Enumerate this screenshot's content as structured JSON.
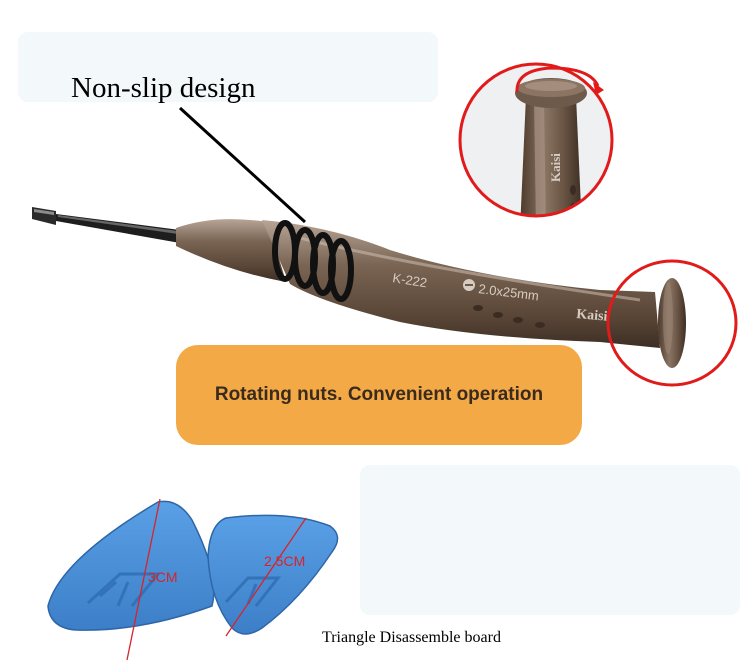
{
  "labels": {
    "feature": "Non-slip design",
    "banner": "Rotating nuts. Convenient operation",
    "caption": "Triangle Disassemble board"
  },
  "screwdriver": {
    "model": "K-222",
    "size": "2.0x25mm",
    "brand": "Kaisi"
  },
  "picks": [
    {
      "size": "3CM"
    },
    {
      "size": "2.5CM"
    }
  ],
  "colors": {
    "handle": "#6e5a4a",
    "ring": "#111111",
    "highlight_circle": "#e11a1a",
    "banner": "#f4a947",
    "pick": "#4d8fd6",
    "measure": "#d8232a"
  }
}
